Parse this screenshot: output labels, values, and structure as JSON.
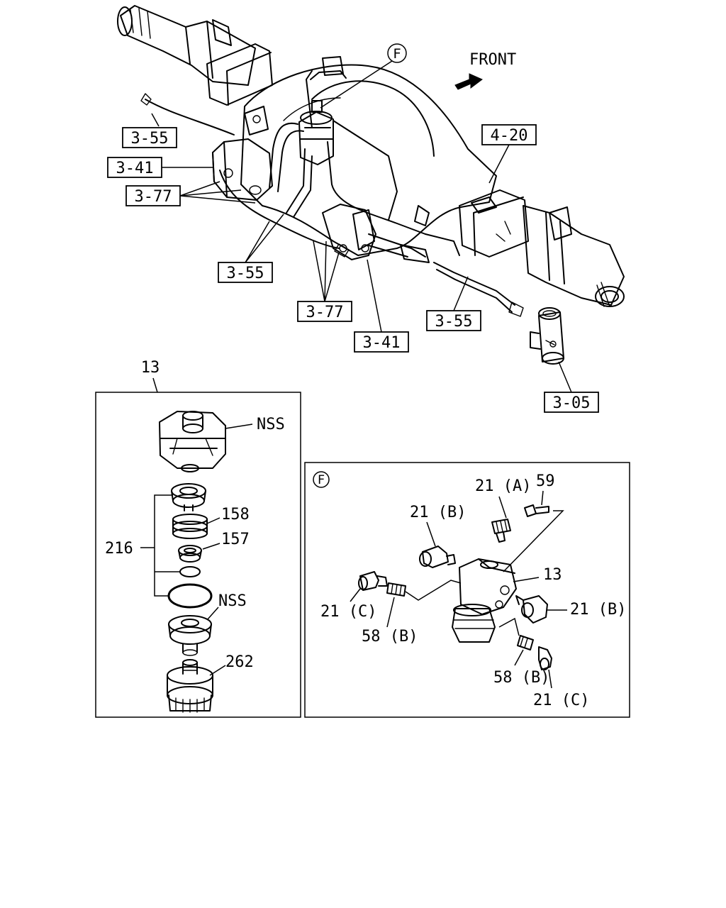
{
  "front_label": "FRONT",
  "detail_marker": "F",
  "labels": {
    "ref_3_55_a": "3-55",
    "ref_3_41_a": "3-41",
    "ref_3_77_a": "3-77",
    "ref_3_55_b": "3-55",
    "ref_3_77_b": "3-77",
    "ref_3_41_b": "3-41",
    "ref_3_55_c": "3-55",
    "ref_4_20": "4-20",
    "ref_3_05": "3-05"
  },
  "exploded_panel": {
    "title": "13",
    "parts": {
      "nss_top": "NSS",
      "p158": "158",
      "p157": "157",
      "p216": "216",
      "nss_mid": "NSS",
      "p262": "262"
    }
  },
  "detail_panel": {
    "marker": "F",
    "parts": {
      "p21a": "21 (A)",
      "p59": "59",
      "p21b_top": "21 (B)",
      "p13": "13",
      "p21b_right": "21 (B)",
      "p21c_left": "21 (C)",
      "p58b_left": "58 (B)",
      "p58b_right": "58 (B)",
      "p21c_right": "21 (C)"
    }
  }
}
